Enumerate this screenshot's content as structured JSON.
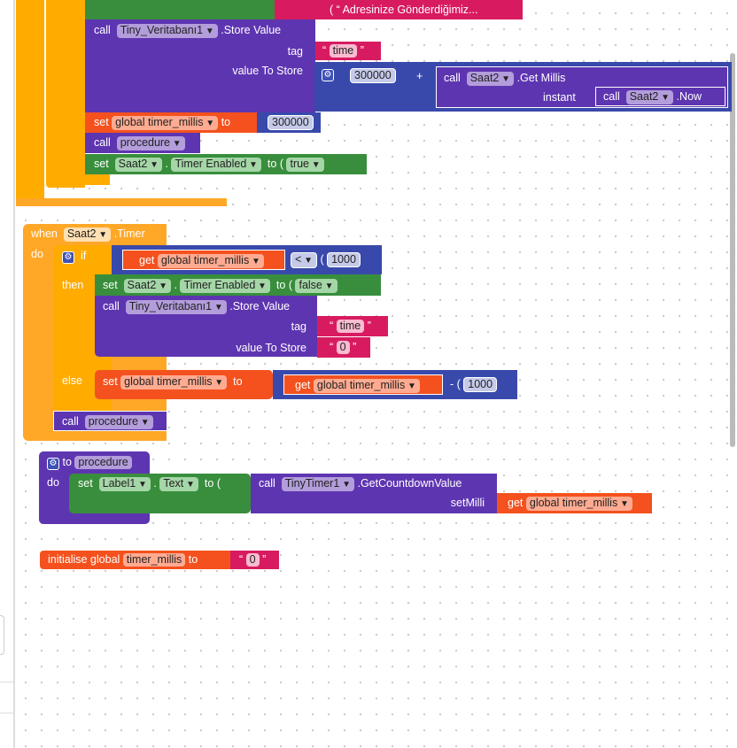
{
  "top": {
    "text_value": "Adresinize Gönderdiğimiz...",
    "call": "call",
    "component": "Tiny_Veritabanı1",
    ".method": ".Store Value",
    "tag": "tag",
    "tag_value": "time",
    "value_to_store": "value To Store",
    "num": "300000",
    "plus": "+",
    "call2": "call",
    "saat": "Saat2",
    "get_millis": ".Get Millis",
    "instant": "instant",
    "call3": "call",
    "saat_b": "Saat2",
    "now": ".Now",
    "set": "set",
    "var": "global timer_millis",
    "to": "to",
    "set_num": "300000",
    "call_proc": "call",
    "proc": "procedure",
    "set2": "set",
    "saat_c": "Saat2",
    "dot": ".",
    "prop": "Timer Enabled",
    "to2": "to",
    "true": "true"
  },
  "timer": {
    "when": "when",
    "saat": "Saat2",
    "event": ".Timer",
    "do": "do",
    "if": "if",
    "get": "get",
    "var": "global timer_millis",
    "op": "<",
    "num": "1000",
    "then": "then",
    "set": "set",
    "saat_b": "Saat2",
    "dot": ".",
    "prop": "Timer Enabled",
    "to": "to",
    "false": "false",
    "call": "call",
    "component": "Tiny_Veritabanı1",
    "method": ".Store Value",
    "tag": "tag",
    "tag_value": "time",
    "value_to_store": "value To Store",
    "value": "0",
    "else": "else",
    "set2": "set",
    "var2": "global timer_millis",
    "to2": "to",
    "get2": "get",
    "var3": "global timer_millis",
    "minus": "-",
    "num2": "1000",
    "call2": "call",
    "proc": "procedure"
  },
  "proc": {
    "to": "to",
    "name": "procedure",
    "do": "do",
    "set": "set",
    "label": "Label1",
    "dot": ".",
    "prop": "Text",
    "to2": "to",
    "call": "call",
    "component": "TinyTimer1",
    "method": ".GetCountdownValue",
    "param": "setMilli",
    "get": "get",
    "var": "global timer_millis"
  },
  "init": {
    "label": "initialise global",
    "name": "timer_millis",
    "to": "to",
    "value": "0"
  }
}
